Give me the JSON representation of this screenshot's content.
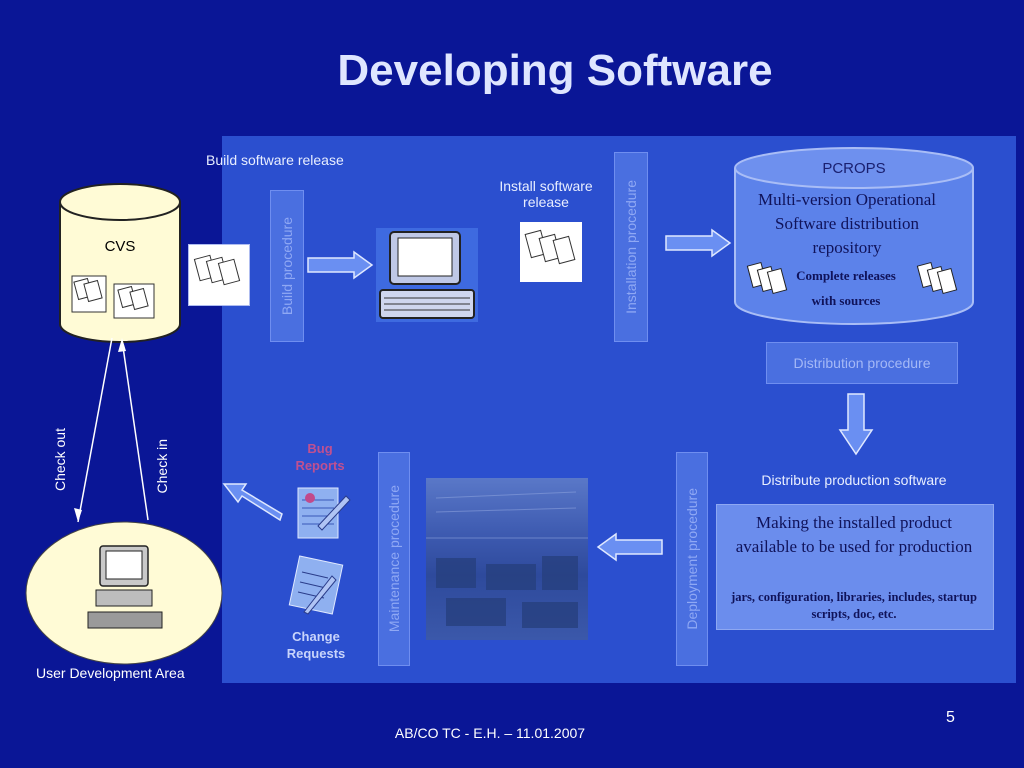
{
  "title": "Developing Software",
  "labels": {
    "build_release": "Build software release",
    "build_procedure": "Build procedure",
    "install_release": "Install software release",
    "installation_procedure": "Installation procedure",
    "pcrops": "PCROPS",
    "repo_desc": "Multi-version Operational Software distribution repository",
    "complete_releases": "Complete releases",
    "with_sources": "with sources",
    "distribution_procedure": "Distribution procedure",
    "distribute_production": "Distribute production software",
    "making_installed": "Making the installed product available to be used for production",
    "jars_line": "jars, configuration, libraries, includes, startup scripts, doc, etc.",
    "deployment_procedure": "Deployment procedure",
    "maintenance_procedure": "Maintenance procedure",
    "bug_reports": "Bug Reports",
    "change_requests": "Change Requests",
    "cvs": "CVS",
    "check_out": "Check out",
    "check_in": "Check in",
    "user_dev_area": "User Development Area"
  },
  "footer": {
    "text": "AB/CO TC -  E.H. – 11.01.2007",
    "page": "5"
  },
  "icons": [
    "document-stack-icon",
    "computer-terminal-icon",
    "database-cylinder-icon",
    "down-arrow-icon",
    "right-arrow-icon",
    "left-arrow-icon",
    "bug-report-icon",
    "change-request-icon",
    "desktop-pc-icon",
    "control-room-photo"
  ]
}
